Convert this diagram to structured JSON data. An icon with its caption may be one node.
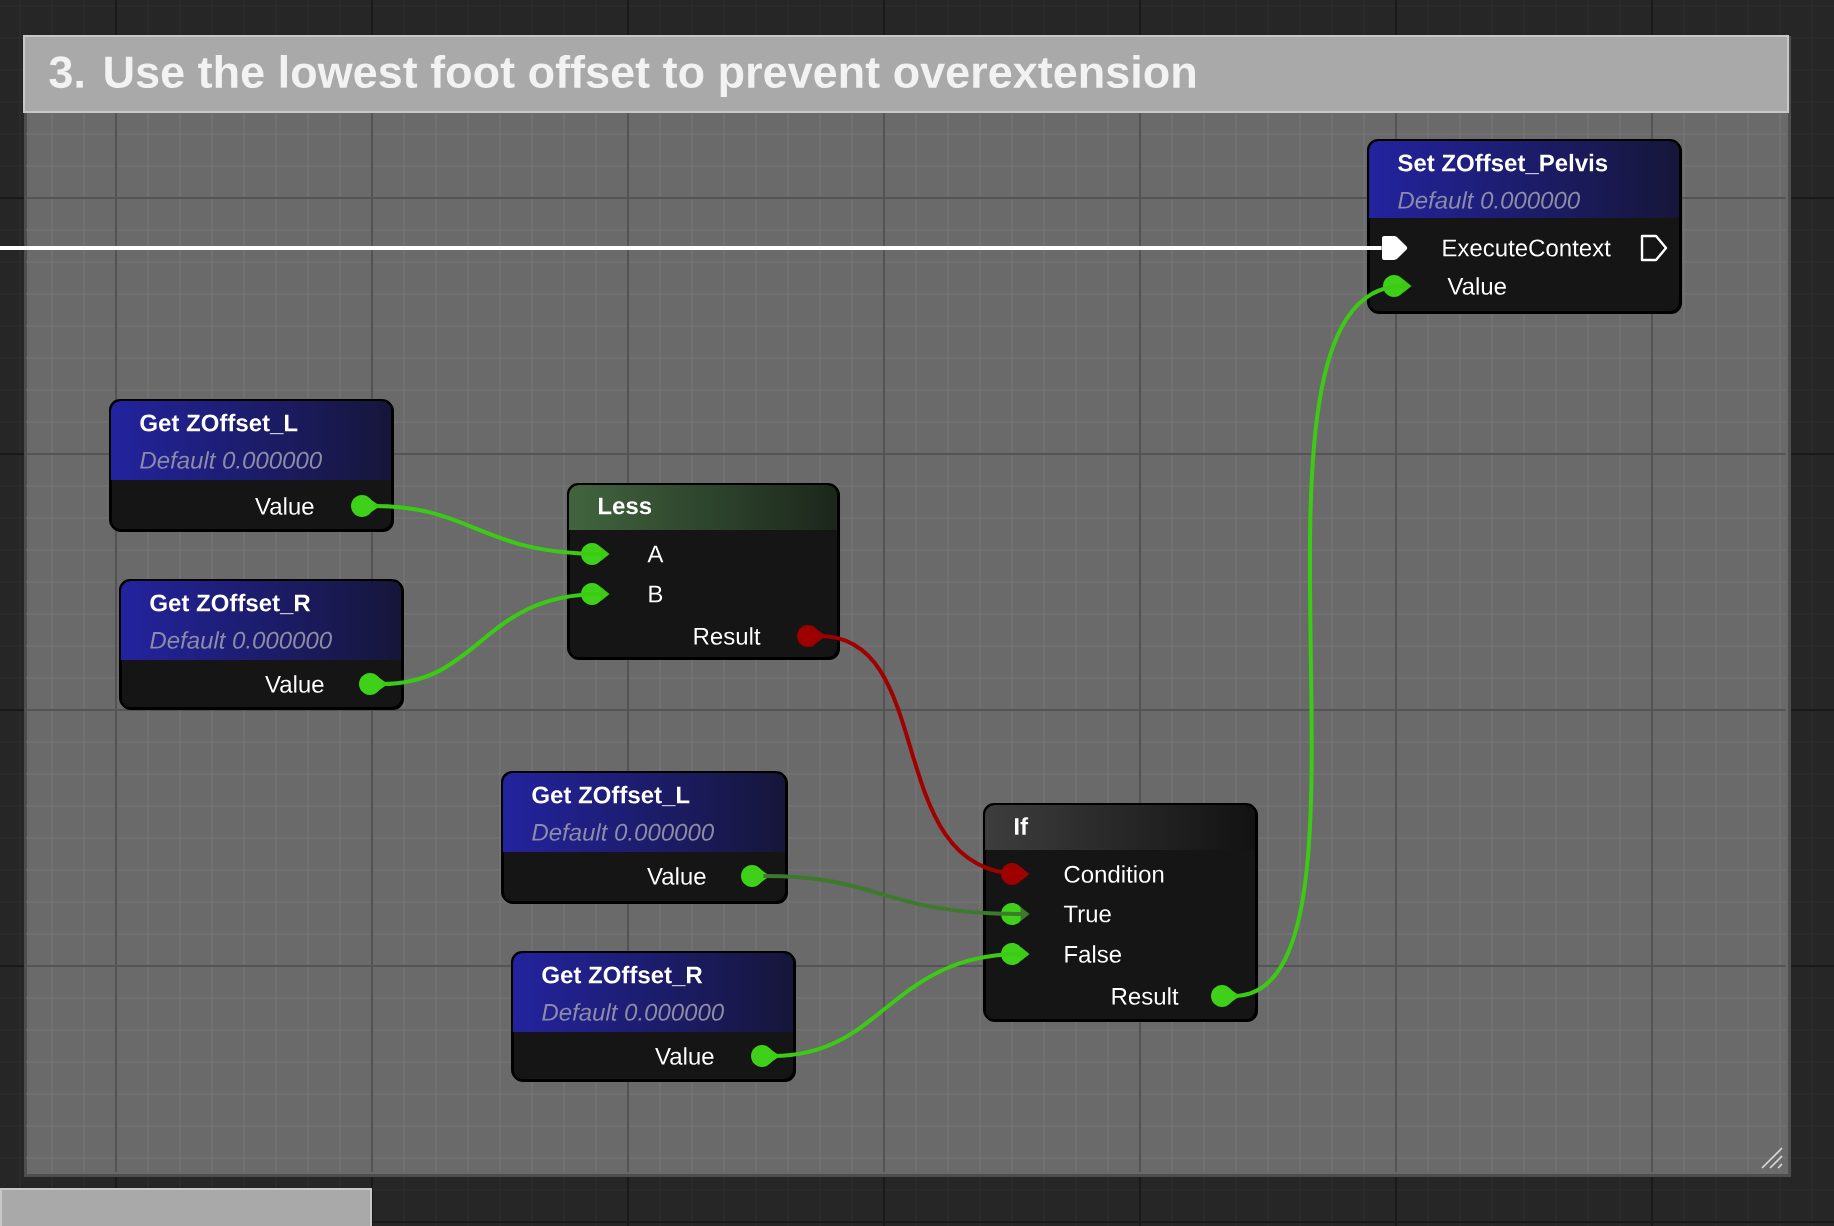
{
  "diagram": {
    "nodes": [
      {
        "text": [
          "3. Use the lowest foot offset to prevent overextension"
        ]
      },
      {
        "text": [
          "Set ZOffset_Pelvis",
          "Default 0.000000"
        ],
        "in": 0
      },
      {
        "text": [
          "ExecuteContext"
        ],
        "in": 1
      },
      {
        "text": [
          "Value"
        ],
        "in": 1
      },
      {
        "text": [
          "Get ZOffset_L",
          "Default 0.000000"
        ],
        "in": 0
      },
      {
        "text": [
          "Value"
        ],
        "in": 4
      },
      {
        "text": [
          "Less"
        ],
        "in": 0
      },
      {
        "text": [
          "A"
        ],
        "in": 6
      },
      {
        "text": [
          "B"
        ],
        "in": 6
      },
      {
        "text": [
          "Result"
        ],
        "in": 6
      },
      {
        "text": [
          "Get ZOffset_R",
          "Default 0.000000"
        ],
        "in": 0
      },
      {
        "text": [
          "Value"
        ],
        "in": 10
      },
      {
        "text": [
          "Get ZOffset_L",
          "Default 0.000000"
        ],
        "in": 0
      },
      {
        "text": [
          "Value"
        ],
        "in": 12
      },
      {
        "text": [
          "If"
        ],
        "in": 0
      },
      {
        "text": [
          "Condition"
        ],
        "in": 14
      },
      {
        "text": [
          "True"
        ],
        "in": 14
      },
      {
        "text": [
          "False"
        ],
        "in": 14
      },
      {
        "text": [
          "Result"
        ],
        "in": 14
      },
      {
        "text": [
          "Get ZOffset_R",
          "Default 0.000000"
        ],
        "in": 0
      },
      {
        "text": [
          "Value"
        ],
        "in": 19
      },
      {
        "text": [],
        "shape": "box"
      }
    ],
    "edges": [
      {
        "from": null,
        "to": 2,
        "arrow": "none",
        "color": "#ffffff"
      },
      {
        "from": 5,
        "to": 7,
        "arrow": "to"
      },
      {
        "from": 11,
        "to": 8,
        "arrow": "to"
      },
      {
        "from": 9,
        "to": 15,
        "arrow": "to",
        "color": "#a00000"
      },
      {
        "from": 13,
        "to": 16,
        "arrow": "to",
        "color": "#3d7a2c"
      },
      {
        "from": 20,
        "to": 17,
        "arrow": "to"
      },
      {
        "from": 18,
        "to": 3,
        "arrow": "to"
      }
    ]
  }
}
